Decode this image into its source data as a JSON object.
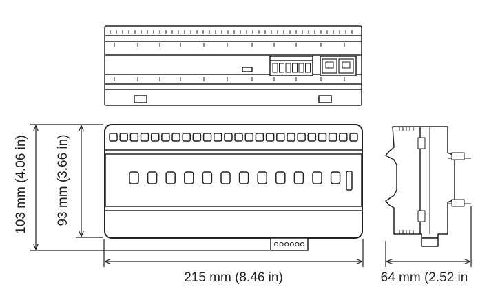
{
  "dimensions": {
    "width_label": "215 mm (8.46 in)",
    "depth_label": "64 mm (2.52 in",
    "height_outer_label": "103 mm (4.06 in)",
    "height_inner_label": "93 mm (3.66 in)"
  },
  "front_view": {
    "top_terminal_count": 24,
    "button_count": 12,
    "bottom_connector_pins": 6
  },
  "top_view": {
    "terminal_block_pins": 6,
    "rj_ports": 2
  },
  "colors": {
    "stroke": "#222222",
    "background": "#ffffff"
  }
}
